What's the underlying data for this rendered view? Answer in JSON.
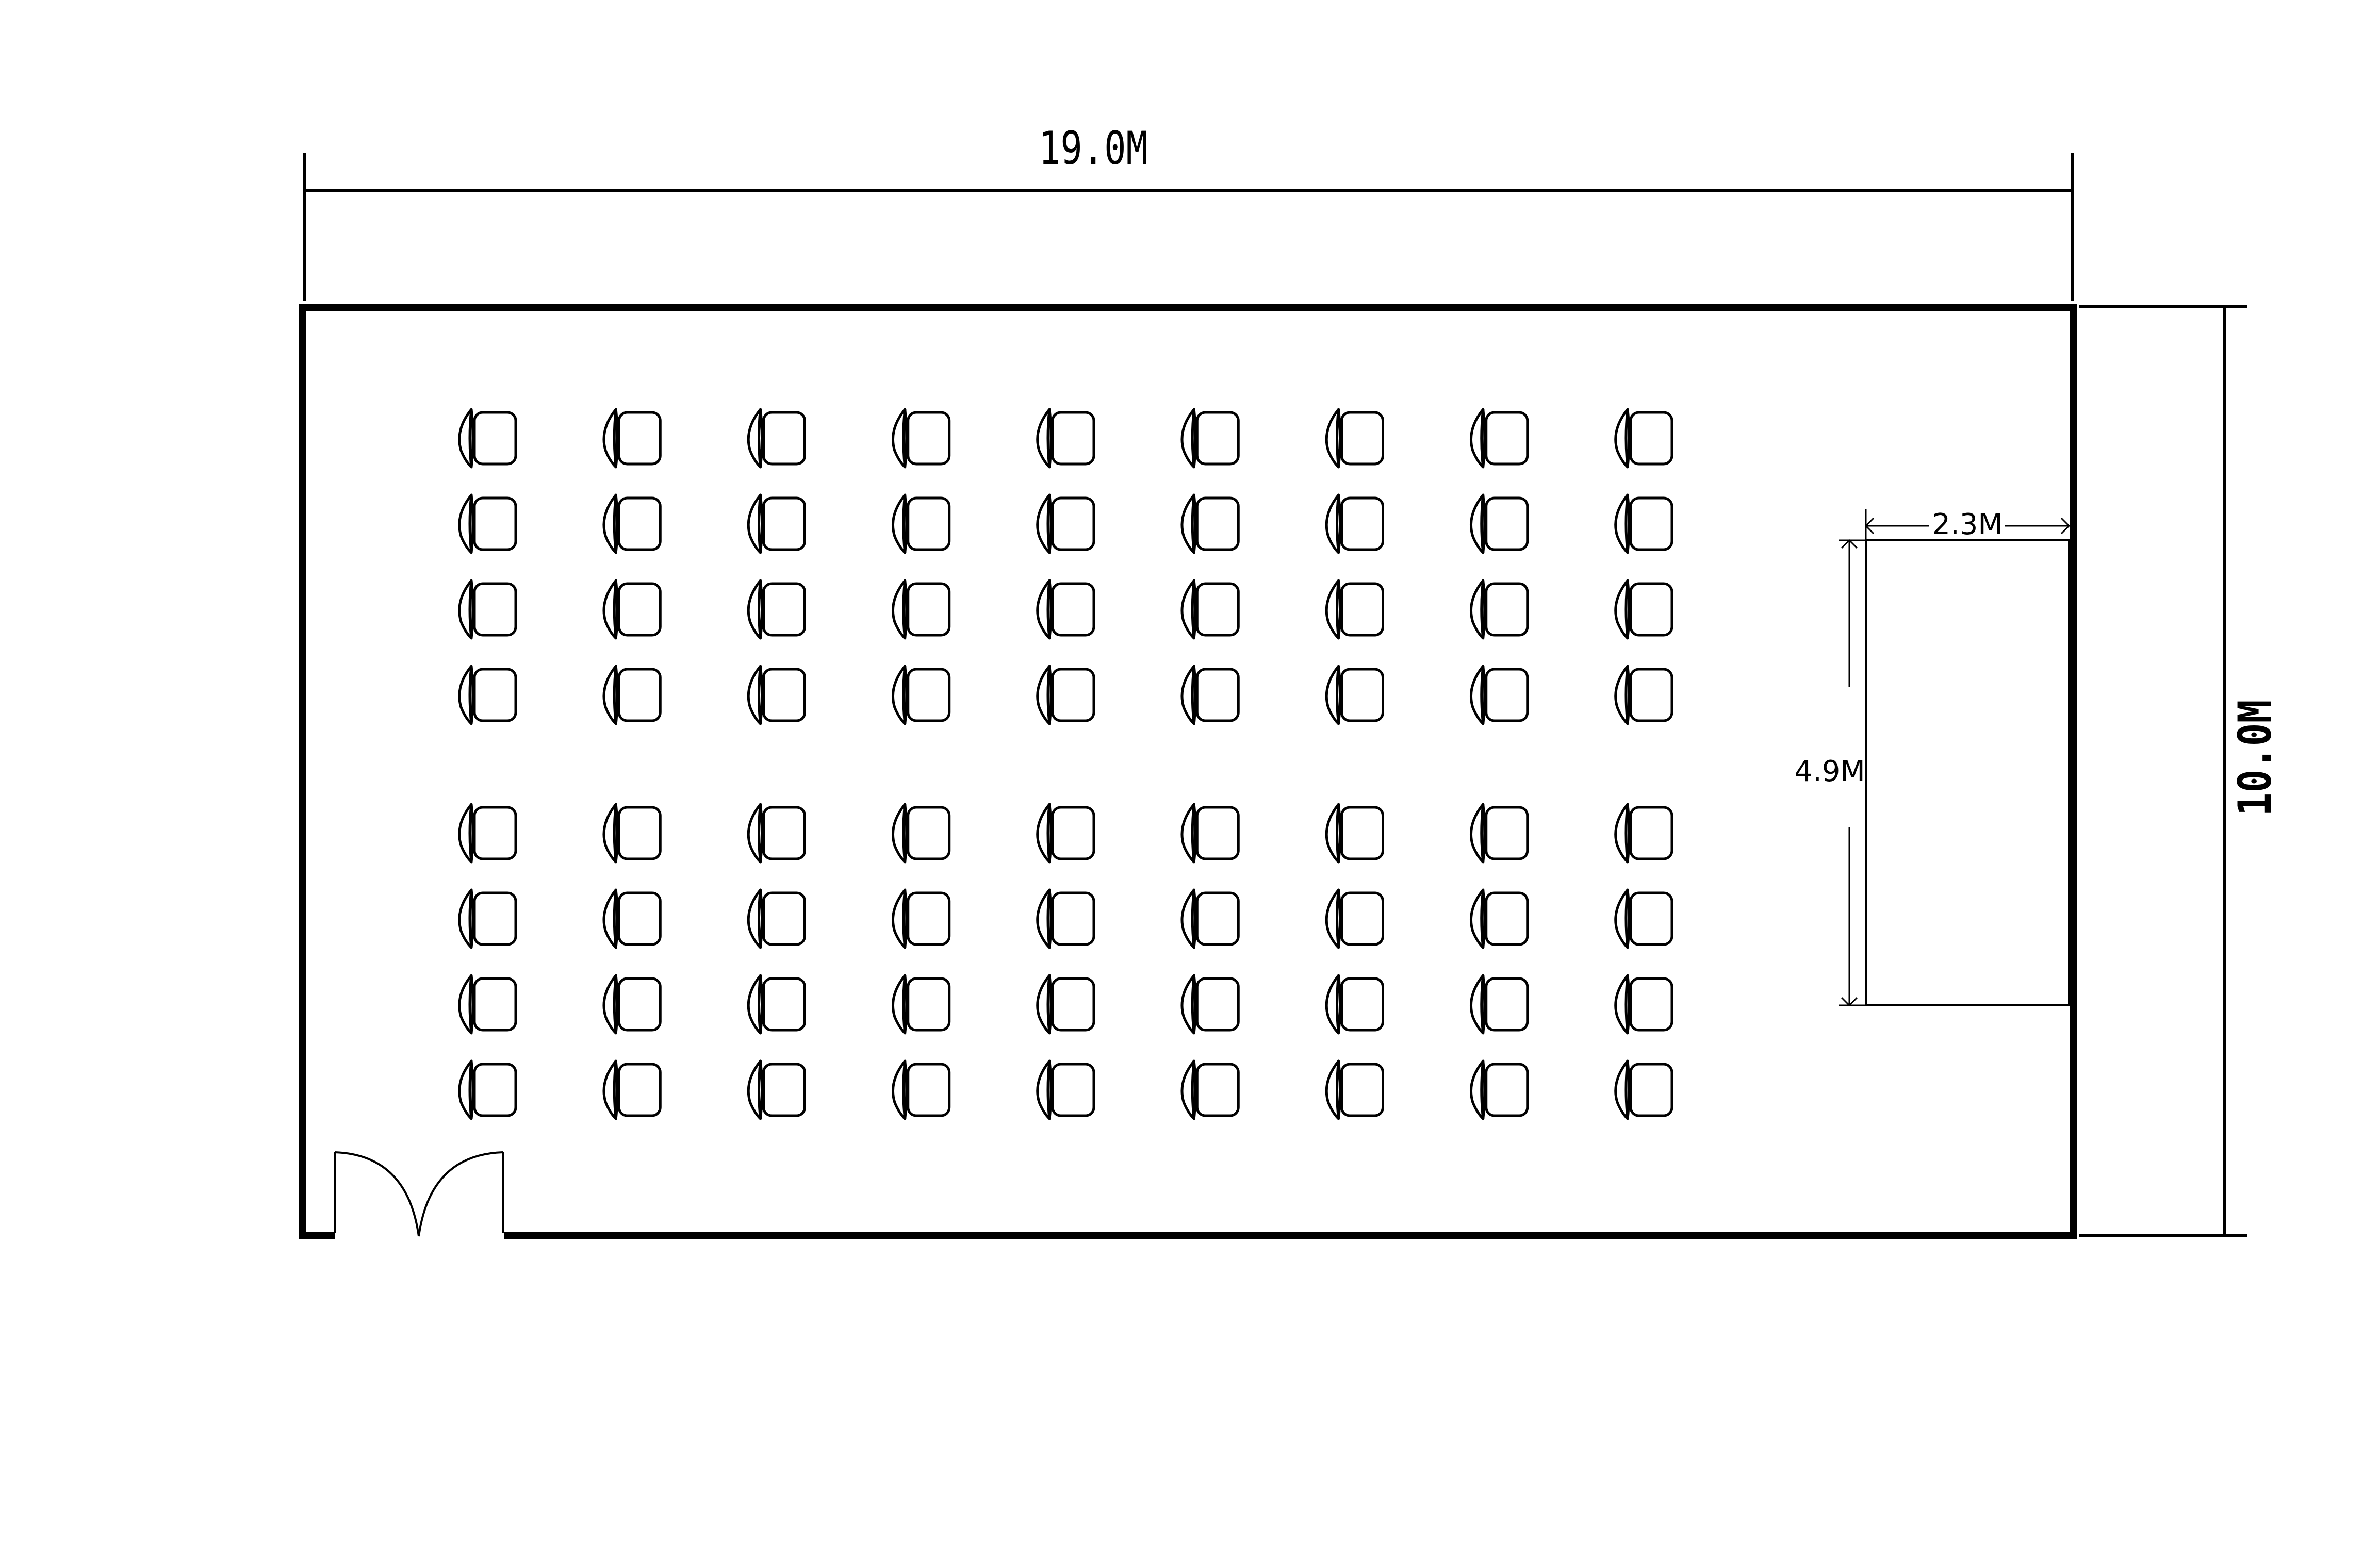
{
  "drawing": {
    "type": "floor-plan",
    "subject": "classroom-style seating layout",
    "colors": {
      "ink": "#000000",
      "paper": "#ffffff"
    }
  },
  "room": {
    "width_label": "19.0M",
    "depth_label": "10.0M",
    "width_m": 19.0,
    "depth_m": 10.0
  },
  "stage": {
    "width_label": "2.3M",
    "length_label": "4.9M",
    "width_m": 2.3,
    "length_m": 4.9
  },
  "door": {
    "type": "double-swing",
    "location": "bottom-left wall"
  },
  "seating": {
    "columns": 9,
    "blocks": [
      {
        "name": "front-block",
        "rows": 4
      },
      {
        "name": "rear-block",
        "rows": 4
      }
    ],
    "total_chairs": 72,
    "chair_orientation": "facing-right"
  }
}
